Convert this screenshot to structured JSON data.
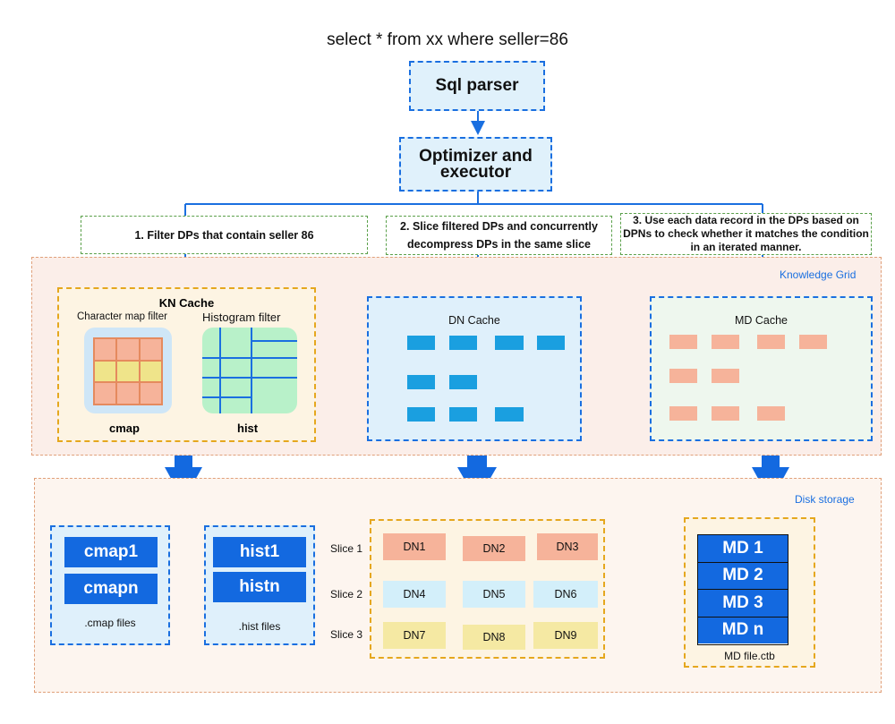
{
  "query": "select * from xx where seller=86",
  "parser": "Sql parser",
  "optimizer": "Optimizer and executor",
  "steps": [
    "1.  Filter DPs that contain seller 86",
    "2.  Slice filtered DPs and concurrently decompress DPs in the same slice",
    "3.  Use each data record in the DPs based on DPNs to check whether it matches the condition in an iterated manner."
  ],
  "knowledge_grid": {
    "label": "Knowledge Grid",
    "kn_cache": {
      "title": "KN Cache",
      "cmap_filter": "Character map filter",
      "hist_filter": "Histogram filter",
      "cmap": "cmap",
      "hist": "hist"
    },
    "dn_cache": "DN Cache",
    "md_cache": "MD Cache"
  },
  "disk_storage": {
    "label": "Disk storage",
    "cmap_files": {
      "items": [
        "cmap1",
        "cmapn"
      ],
      "caption": ".cmap files"
    },
    "hist_files": {
      "items": [
        "hist1",
        "histn"
      ],
      "caption": ".hist files"
    },
    "slices": [
      {
        "label": "Slice 1",
        "cells": [
          "DN1",
          "DN2",
          "DN3"
        ],
        "color": "#f6b39a"
      },
      {
        "label": "Slice 2",
        "cells": [
          "DN4",
          "DN5",
          "DN6"
        ],
        "color": "#d3effa"
      },
      {
        "label": "Slice 3",
        "cells": [
          "DN7",
          "DN8",
          "DN9"
        ],
        "color": "#f5e9a3"
      }
    ],
    "md_file": {
      "items": [
        "MD 1",
        "MD 2",
        "MD 3",
        "MD n"
      ],
      "caption": "MD file.ctb"
    }
  },
  "colors": {
    "accent_blue": "#1369e0",
    "dash_blue": "#1a6fe0",
    "salmon": "#f6b39a",
    "light_blue": "#d3effa",
    "yellow": "#f5e9a3",
    "green_cell": "#b8f1c9",
    "orange_dash": "#e5a71e",
    "green_dash": "#5aa04a"
  }
}
